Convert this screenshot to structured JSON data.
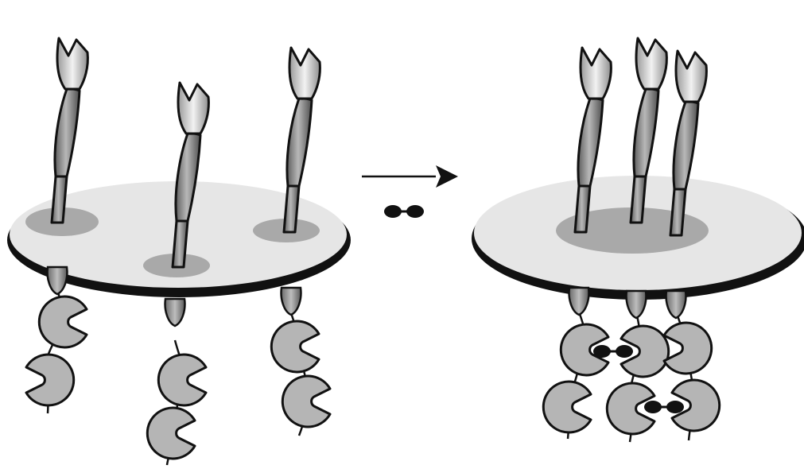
{
  "colors": {
    "outline": "#111111",
    "membrane": "#e6e6e6",
    "raft_patch": "#a9a9a9",
    "receptor_body": "#8c8c8c",
    "receptor_head": "#cfcfcf",
    "effector_domain": "#b5b5b5",
    "ligand": "#111111",
    "background": "#ffffff"
  },
  "icons": {
    "arrow": "right-arrow-icon",
    "ligand": "dimer-ligand-icon"
  },
  "scene": {
    "before": {
      "receptor_count": 3,
      "receptors_clustered": false,
      "ligands_bound": 0
    },
    "after": {
      "receptor_count": 3,
      "receptors_clustered": true,
      "ligands_bound": 2
    }
  }
}
